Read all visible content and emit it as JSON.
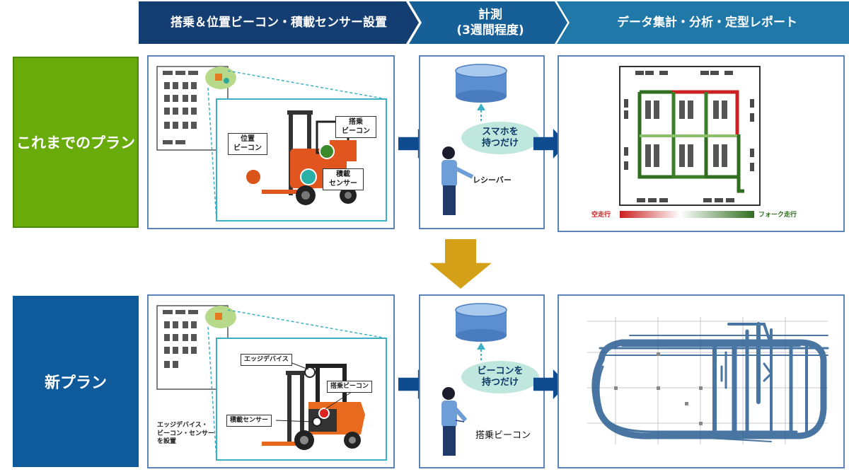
{
  "header": {
    "step1": "搭乗＆位置ビーコン・積載センサー設置",
    "step2_line1": "計測",
    "step2_line2": "(3週間程度)",
    "step3": "データ集計・分析・定型レポート"
  },
  "rows": {
    "old_plan": "これまでのプラン",
    "new_plan": "新プラン"
  },
  "old_row": {
    "position_beacon_line1": "位置",
    "position_beacon_line2": "ビーコン",
    "boarding_beacon_line1": "搭乗",
    "boarding_beacon_line2": "ビーコン",
    "load_sensor_line1": "積載",
    "load_sensor_line2": "センサー",
    "bubble_line1": "スマホを",
    "bubble_line2": "持つだけ",
    "person_label": "レシーバー",
    "legend_left": "空走行",
    "legend_right": "フォーク走行"
  },
  "new_row": {
    "edge_device": "エッジデバイス",
    "boarding_beacon": "搭乗ビーコン",
    "load_sensor": "積載センサー",
    "install_note_line1": "エッジデバイス・",
    "install_note_line2": "ビーコン・センサー",
    "install_note_line3": "を設置",
    "bubble_line1": "ビーコンを",
    "bubble_line2": "持つだけ",
    "person_label": "搭乗ビーコン"
  },
  "colors": {
    "header_dark": "#143d72",
    "header_mid": "#175f97",
    "header_light": "#1f78a8",
    "old_plan_green": "#6aab0c",
    "new_plan_blue": "#0f5a9a",
    "arrow_blue": "#0e4c8f",
    "down_arrow_gold": "#d4a017",
    "route_green": "#2f6e1f",
    "route_red": "#cc1f1f",
    "track_blue": "#2a5d92"
  }
}
